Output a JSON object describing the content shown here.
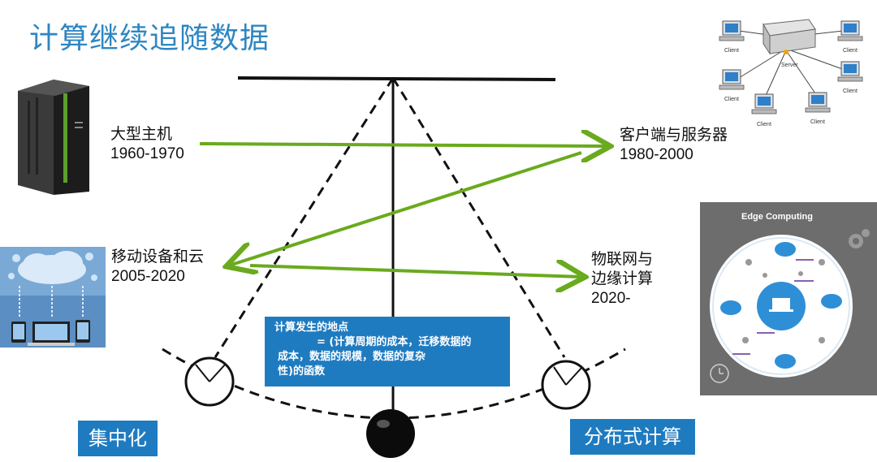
{
  "title": "计算继续追随数据",
  "eras": {
    "mainframe": {
      "name": "大型主机",
      "years": "1960-1970"
    },
    "client_server": {
      "name": "客户端与服务器",
      "years": "1980-2000"
    },
    "mobile_cloud": {
      "name": "移动设备和云",
      "years": "2005-2020"
    },
    "iot_edge": {
      "name_line1": "物联网与",
      "name_line2": "边缘计算",
      "years": "2020-"
    }
  },
  "explain": {
    "line1": "计算发生的地点",
    "line2": "= (计算周期的成本，迁移数据的",
    "line3": "成本，数据的规模，数据的复杂",
    "line4": "性)的函数"
  },
  "tags": {
    "centralized": "集中化",
    "distributed": "分布式计算"
  },
  "network": {
    "server": "Server",
    "client": "Client"
  },
  "edge_panel": {
    "title": "Edge Computing"
  },
  "colors": {
    "title": "#2e86c1",
    "arrow": "#6aaa1e",
    "box": "#1f7bc0"
  }
}
